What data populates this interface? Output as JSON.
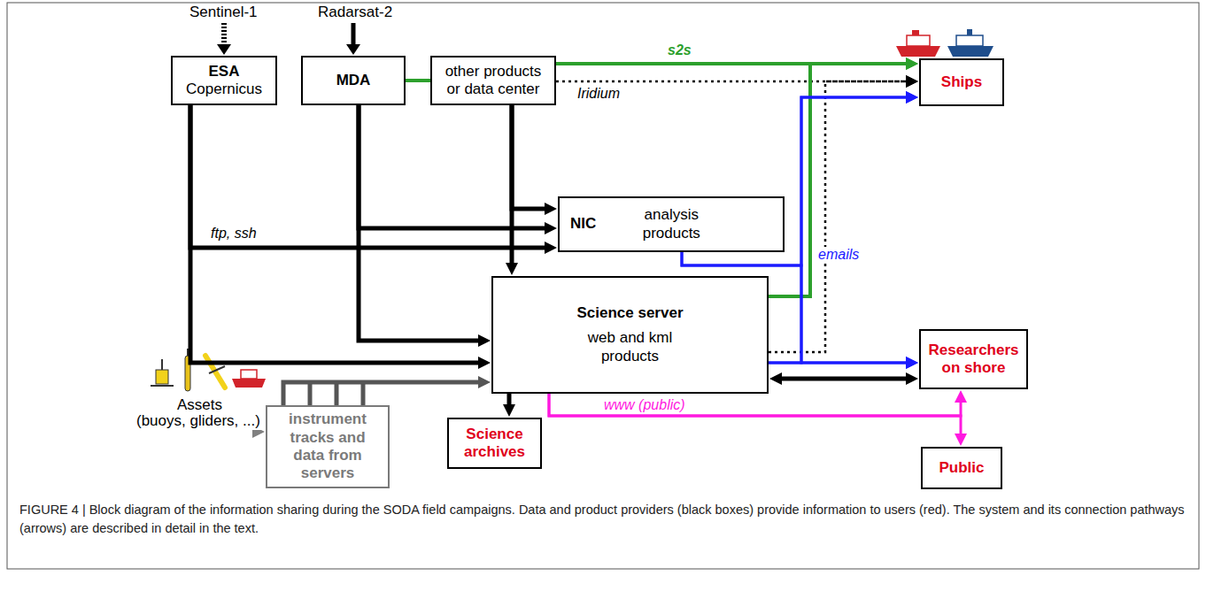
{
  "diagram": {
    "caption": "FIGURE 4 | Block diagram of the information sharing during the SODA field campaigns. Data and product providers (black boxes) provide information to users (red). The system and its connection pathways (arrows) are described in detail in the text.",
    "nodes": [
      {
        "text": [
          "ESA",
          "Copernicus"
        ]
      },
      {
        "text": [
          "MDA"
        ]
      },
      {
        "text": [
          "other products or data center"
        ]
      },
      {
        "text": [
          "Ships"
        ]
      },
      {
        "text": [
          "NIC",
          "analysis products"
        ]
      },
      {
        "text": [
          "Science server",
          "web and kml products"
        ]
      },
      {
        "text": [
          "Researchers on shore"
        ]
      },
      {
        "text": [
          "instrument tracks and data from servers"
        ]
      },
      {
        "text": [
          "Science archives"
        ]
      },
      {
        "text": [
          "Public"
        ]
      }
    ],
    "edges": [
      {
        "from": 1,
        "to": 2,
        "arrow": "none"
      },
      {
        "from": 2,
        "to": 3,
        "label": "s2s",
        "arrow": "to"
      },
      {
        "from": 2,
        "to": 3,
        "label": "Iridium",
        "arrow": "to"
      },
      {
        "from": 0,
        "to": 4,
        "label": "ftp, ssh",
        "arrow": "to"
      },
      {
        "from": 1,
        "to": 4,
        "arrow": "to"
      },
      {
        "from": 2,
        "to": 4,
        "arrow": "to"
      },
      {
        "from": 0,
        "to": 5,
        "arrow": "to"
      },
      {
        "from": 1,
        "to": 5,
        "arrow": "to"
      },
      {
        "from": 2,
        "to": 5,
        "arrow": "to"
      },
      {
        "from": 7,
        "to": 5,
        "arrow": "to"
      },
      {
        "from": 5,
        "to": 3,
        "arrow": "to"
      },
      {
        "from": 5,
        "to": 3,
        "arrow": "to"
      },
      {
        "from": 4,
        "to": 3,
        "label": "emails",
        "arrow": "to"
      },
      {
        "from": 4,
        "to": 6,
        "arrow": "to"
      },
      {
        "from": 5,
        "to": 3,
        "arrow": "to"
      },
      {
        "from": 5,
        "to": 6,
        "arrow": "to"
      },
      {
        "from": 5,
        "to": 6,
        "arrow": "both"
      },
      {
        "from": 5,
        "to": 8,
        "arrow": "to"
      },
      {
        "from": 5,
        "to": 6,
        "label": "www (public)",
        "arrow": "to"
      },
      {
        "from": 5,
        "to": 9,
        "arrow": "to"
      }
    ],
    "labels": [
      "Sentinel-1",
      "Radarsat-2",
      "Assets",
      "(buoys, gliders, ...)"
    ]
  }
}
